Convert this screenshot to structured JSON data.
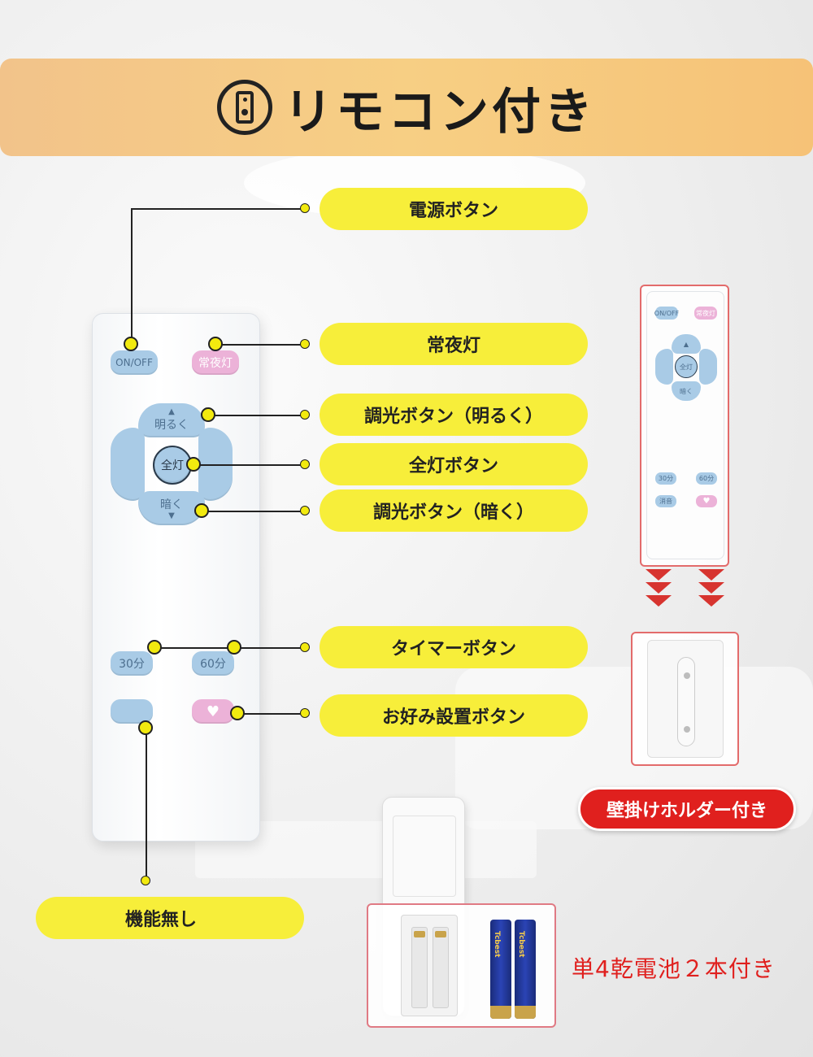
{
  "banner": {
    "title": "リモコン付き",
    "icon": "remote-icon"
  },
  "remote": {
    "buttons": {
      "power": "ON/OFF",
      "night_light": "常夜灯",
      "brighter": "明るく",
      "full_light": "全灯",
      "dimmer": "暗く",
      "timer_30": "30分",
      "timer_60": "60分",
      "unused": "",
      "favorite": "♥"
    },
    "arrow_up": "▲",
    "arrow_down": "▼"
  },
  "labels": {
    "power": "電源ボタン",
    "night_light": "常夜灯",
    "brighter": "調光ボタン（明るく）",
    "full_light": "全灯ボタン",
    "dimmer": "調光ボタン（暗く）",
    "timer": "タイマーボタン",
    "favorite": "お好み設置ボタン",
    "unused": "機能無し"
  },
  "mini_remote": {
    "power": "ON/OFF",
    "night_light": "常夜灯",
    "full_light": "全灯",
    "brighter": "▲",
    "dimmer": "暗く",
    "timer_30": "30分",
    "timer_60": "60分",
    "unused": "消音",
    "favorite": "♥"
  },
  "holder_badge": "壁掛けホルダー付き",
  "battery": {
    "text": "単4乾電池２本付き",
    "brand_1": "Tcbest",
    "brand_2": "Tcbest"
  },
  "colors": {
    "banner": "#f7cf84",
    "pill": "#f7ee3a",
    "button_blue": "#a9cbe6",
    "button_pink": "#ecb2d8",
    "accent_red": "#e0201e"
  }
}
